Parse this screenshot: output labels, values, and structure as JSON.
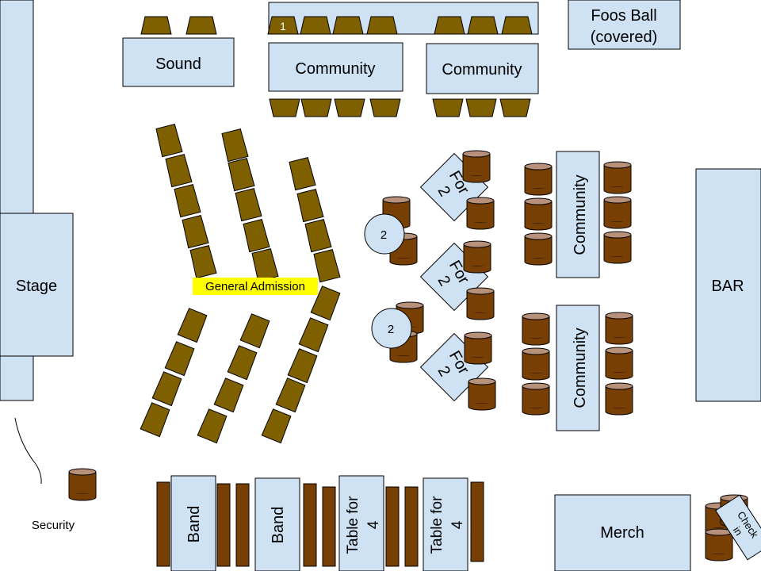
{
  "colors": {
    "box_fill": "#cfe2f3",
    "box_stroke": "#000000",
    "chair_fill": "#7f6000",
    "stool_fill": "#783f04",
    "stool_top": "#b7917a",
    "bench_fill": "#783f04",
    "highlight": "#ffff00",
    "text": "#000000",
    "chair_label_text": "#ffffff"
  },
  "labels": {
    "stage": "Stage",
    "sound": "Sound",
    "foosball_line1": "Foos Ball",
    "foosball_line2": "(covered)",
    "community": "Community",
    "bar": "BAR",
    "merch": "Merch",
    "security": "Security",
    "general_admission": "General Admission",
    "for2_line1": "For",
    "for2_line2": "2",
    "two": "2",
    "band": "Band",
    "table4_line1": "Table for",
    "table4_line2": "4",
    "checkin_line1": "Check",
    "checkin_line2": "in",
    "top_table_number": "1"
  }
}
